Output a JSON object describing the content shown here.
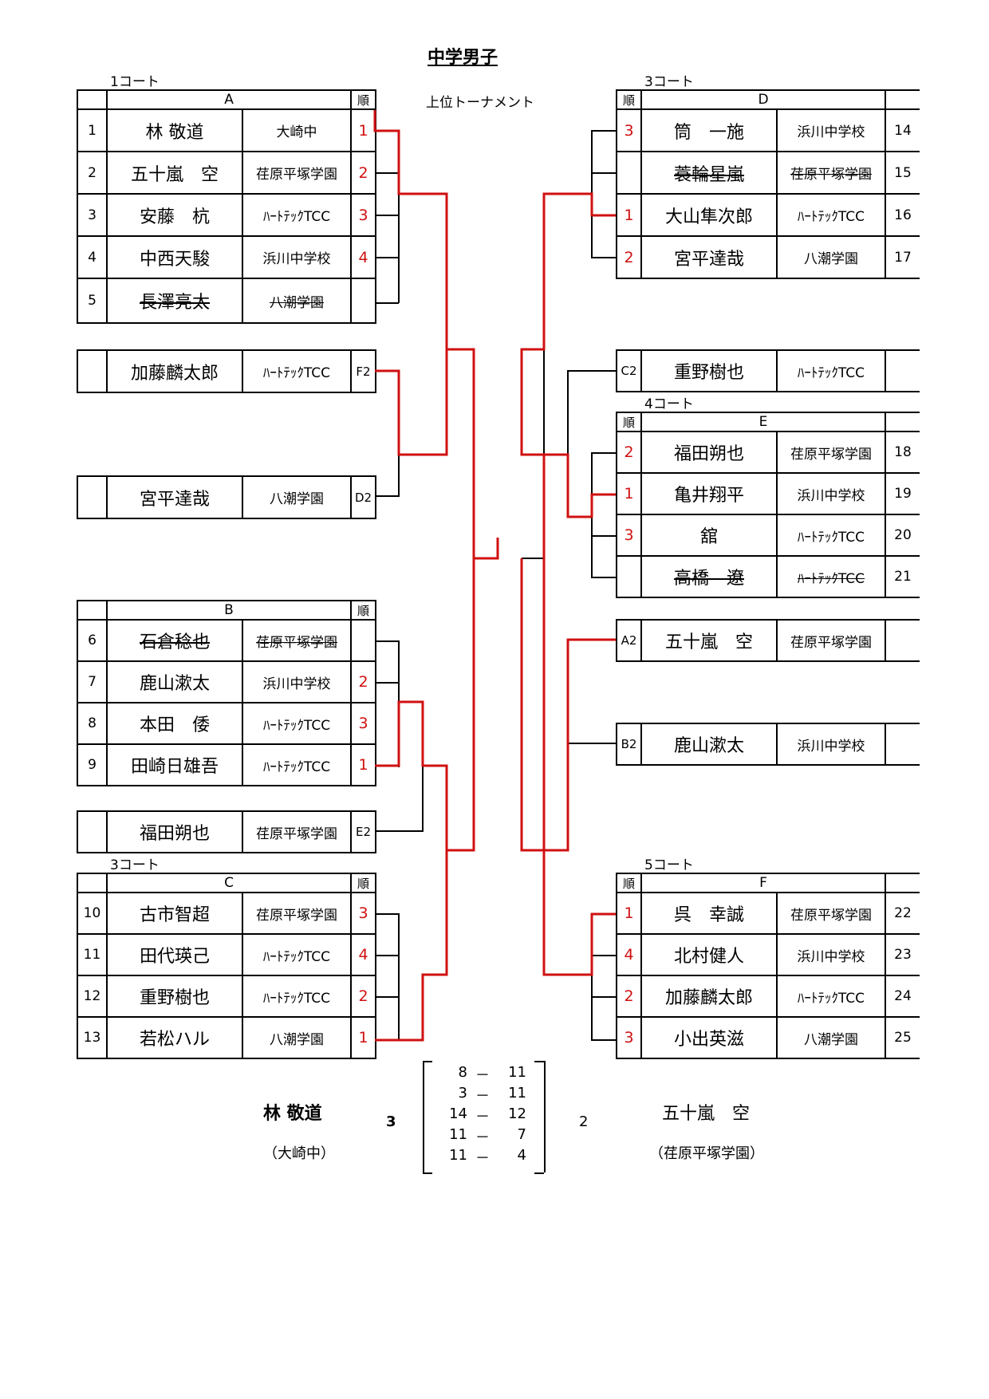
{
  "page": {
    "title": "中学男子",
    "subtitle": "上位トーナメント",
    "court_left_top": "1コート",
    "court_left_mid": "3コート",
    "court_right_top": "3コート",
    "court_right_mid": "4コート",
    "court_right_bot": "5コート"
  },
  "groups": {
    "A": {
      "header": "A",
      "rank_header": "順",
      "rows": [
        {
          "no": "1",
          "name": "林 敬道",
          "team": "大崎中",
          "rank": "1"
        },
        {
          "no": "2",
          "name": "五十嵐　空",
          "team": "荏原平塚学園",
          "rank": "2"
        },
        {
          "no": "3",
          "name": "安藤　杭",
          "team": "ﾊｰﾄﾃｯｸTCC",
          "rank": "3"
        },
        {
          "no": "4",
          "name": "中西天駿",
          "team": "浜川中学校",
          "rank": "4"
        },
        {
          "no": "5",
          "name": "長澤亮太",
          "team": "八潮学園",
          "rank": "",
          "withdrawn": true
        }
      ]
    },
    "B": {
      "header": "B",
      "rank_header": "順",
      "rows": [
        {
          "no": "6",
          "name": "石倉稔也",
          "team": "荏原平塚学園",
          "rank": "",
          "withdrawn": true
        },
        {
          "no": "7",
          "name": "鹿山漱太",
          "team": "浜川中学校",
          "rank": "2"
        },
        {
          "no": "8",
          "name": "本田　倭",
          "team": "ﾊｰﾄﾃｯｸTCC",
          "rank": "3"
        },
        {
          "no": "9",
          "name": "田崎日雄吾",
          "team": "ﾊｰﾄﾃｯｸTCC",
          "rank": "1"
        }
      ]
    },
    "C": {
      "header": "C",
      "rank_header": "順",
      "rows": [
        {
          "no": "10",
          "name": "古市智超",
          "team": "荏原平塚学園",
          "rank": "3"
        },
        {
          "no": "11",
          "name": "田代瑛己",
          "team": "ﾊｰﾄﾃｯｸTCC",
          "rank": "4"
        },
        {
          "no": "12",
          "name": "重野樹也",
          "team": "ﾊｰﾄﾃｯｸTCC",
          "rank": "2"
        },
        {
          "no": "13",
          "name": "若松ハル",
          "team": "八潮学園",
          "rank": "1"
        }
      ]
    },
    "D": {
      "header": "D",
      "rank_header": "順",
      "rows": [
        {
          "no": "14",
          "name": "筒　一施",
          "team": "浜川中学校",
          "rank": "3"
        },
        {
          "no": "15",
          "name": "蓑輪星嵐",
          "team": "荏原平塚学園",
          "rank": "",
          "withdrawn": true
        },
        {
          "no": "16",
          "name": "大山隼次郎",
          "team": "ﾊｰﾄﾃｯｸTCC",
          "rank": "1"
        },
        {
          "no": "17",
          "name": "宮平達哉",
          "team": "八潮学園",
          "rank": "2"
        }
      ]
    },
    "E": {
      "header": "E",
      "rank_header": "順",
      "rows": [
        {
          "no": "18",
          "name": "福田朔也",
          "team": "荏原平塚学園",
          "rank": "2"
        },
        {
          "no": "19",
          "name": "亀井翔平",
          "team": "浜川中学校",
          "rank": "1"
        },
        {
          "no": "20",
          "name": "舘",
          "team": "ﾊｰﾄﾃｯｸTCC",
          "rank": "3"
        },
        {
          "no": "21",
          "name": "高橋　遼",
          "team": "ﾊｰﾄﾃｯｸTCC",
          "rank": "",
          "withdrawn": true
        }
      ]
    },
    "F": {
      "header": "F",
      "rank_header": "順",
      "rows": [
        {
          "no": "22",
          "name": "呉　幸誠",
          "team": "荏原平塚学園",
          "rank": "1"
        },
        {
          "no": "23",
          "name": "北村健人",
          "team": "浜川中学校",
          "rank": "4"
        },
        {
          "no": "24",
          "name": "加藤麟太郎",
          "team": "ﾊｰﾄﾃｯｸTCC",
          "rank": "2"
        },
        {
          "no": "25",
          "name": "小出英滋",
          "team": "八潮学園",
          "rank": "3"
        }
      ]
    }
  },
  "seeds": {
    "F2": {
      "seed": "F2",
      "name": "加藤麟太郎",
      "team": "ﾊｰﾄﾃｯｸTCC"
    },
    "D2": {
      "seed": "D2",
      "name": "宮平達哉",
      "team": "八潮学園"
    },
    "E2": {
      "seed": "E2",
      "name": "福田朔也",
      "team": "荏原平塚学園"
    },
    "C2": {
      "seed": "C2",
      "name": "重野樹也",
      "team": "ﾊｰﾄﾃｯｸTCC"
    },
    "A2": {
      "seed": "A2",
      "name": "五十嵐　空",
      "team": "荏原平塚学園"
    },
    "B2": {
      "seed": "B2",
      "name": "鹿山漱太",
      "team": "浜川中学校"
    }
  },
  "final": {
    "winner_name": "林 敬道",
    "winner_school": "（大崎中）",
    "winner_sets": "3",
    "loser_name": "五十嵐　空",
    "loser_school": "（荏原平塚学園）",
    "loser_sets": "2",
    "games": [
      {
        "left": "8",
        "sep": "－",
        "right": "11"
      },
      {
        "left": "3",
        "sep": "－",
        "right": "11"
      },
      {
        "left": "14",
        "sep": "－",
        "right": "12"
      },
      {
        "left": "11",
        "sep": "－",
        "right": "7"
      },
      {
        "left": "11",
        "sep": "－",
        "right": "4"
      }
    ]
  },
  "colors": {
    "winner_line": "#d01010",
    "bracket_line": "#000000",
    "rank_text": "#d01010"
  }
}
